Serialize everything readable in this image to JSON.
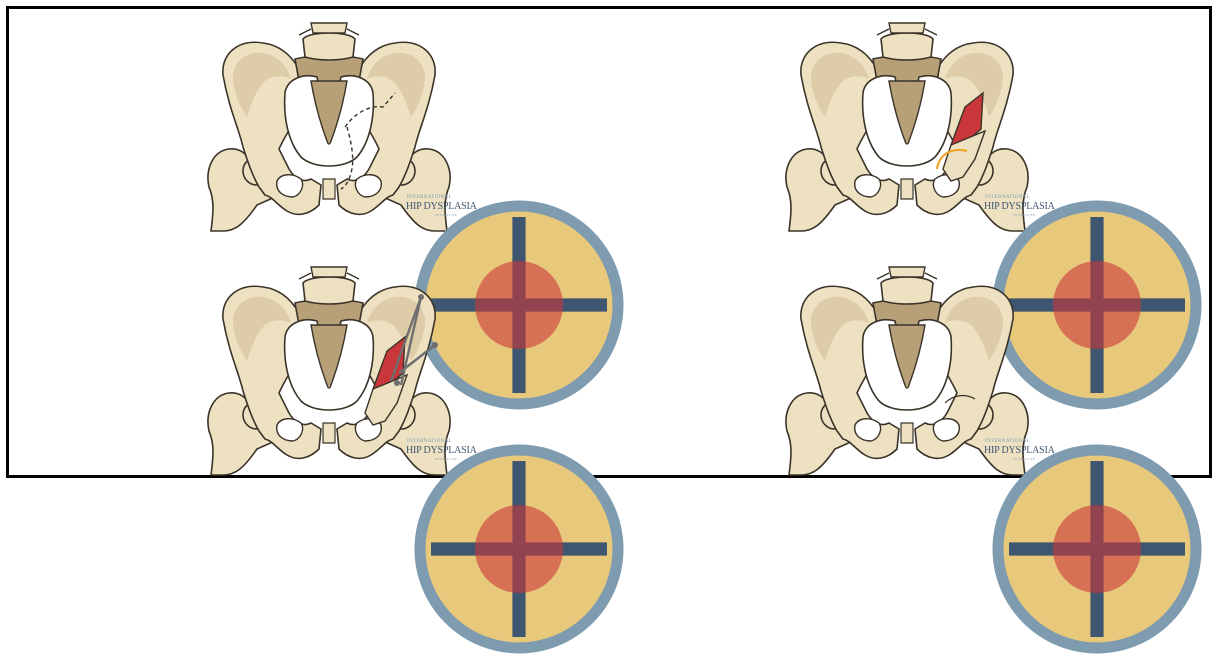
{
  "colors": {
    "bone": "#eee1c2",
    "bone_shade": "#d8c7a0",
    "sacrum": "#b7a077",
    "outline": "#3a3328",
    "osteotomy_red": "#c9373a",
    "arc_orange": "#f0a22a",
    "fixation_gray": "#6e6e6e",
    "border": "#000000"
  },
  "panels": [
    {
      "step": "planned-cut",
      "logo": {
        "line1": "INTERNATIONAL",
        "line2": "HIP DYSPLASIA",
        "line3": "INSTITUTE"
      }
    },
    {
      "step": "fragment-rotated",
      "logo": {
        "line1": "INTERNATIONAL",
        "line2": "HIP DYSPLASIA",
        "line3": "INSTITUTE"
      }
    },
    {
      "step": "screws-fixed",
      "logo": {
        "line1": "INTERNATIONAL",
        "line2": "HIP DYSPLASIA",
        "line3": "INSTITUTE"
      }
    },
    {
      "step": "healed",
      "logo": {
        "line1": "INTERNATIONAL",
        "line2": "HIP DYSPLASIA",
        "line3": "INSTITUTE"
      }
    }
  ]
}
